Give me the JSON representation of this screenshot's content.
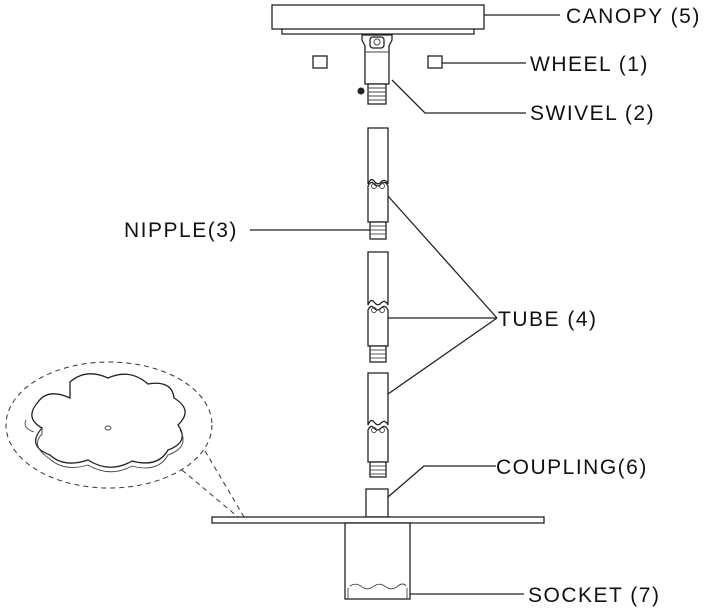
{
  "labels": {
    "canopy": "CANOPY (5)",
    "wheel": "WHEEL (1)",
    "swivel": "SWIVEL (2)",
    "nipple": "NIPPLE(3)",
    "tube": "TUBE (4)",
    "coupling": "COUPLING(6)",
    "socket": "SOCKET (7)"
  },
  "colors": {
    "line": "#222222",
    "background": "#ffffff"
  }
}
